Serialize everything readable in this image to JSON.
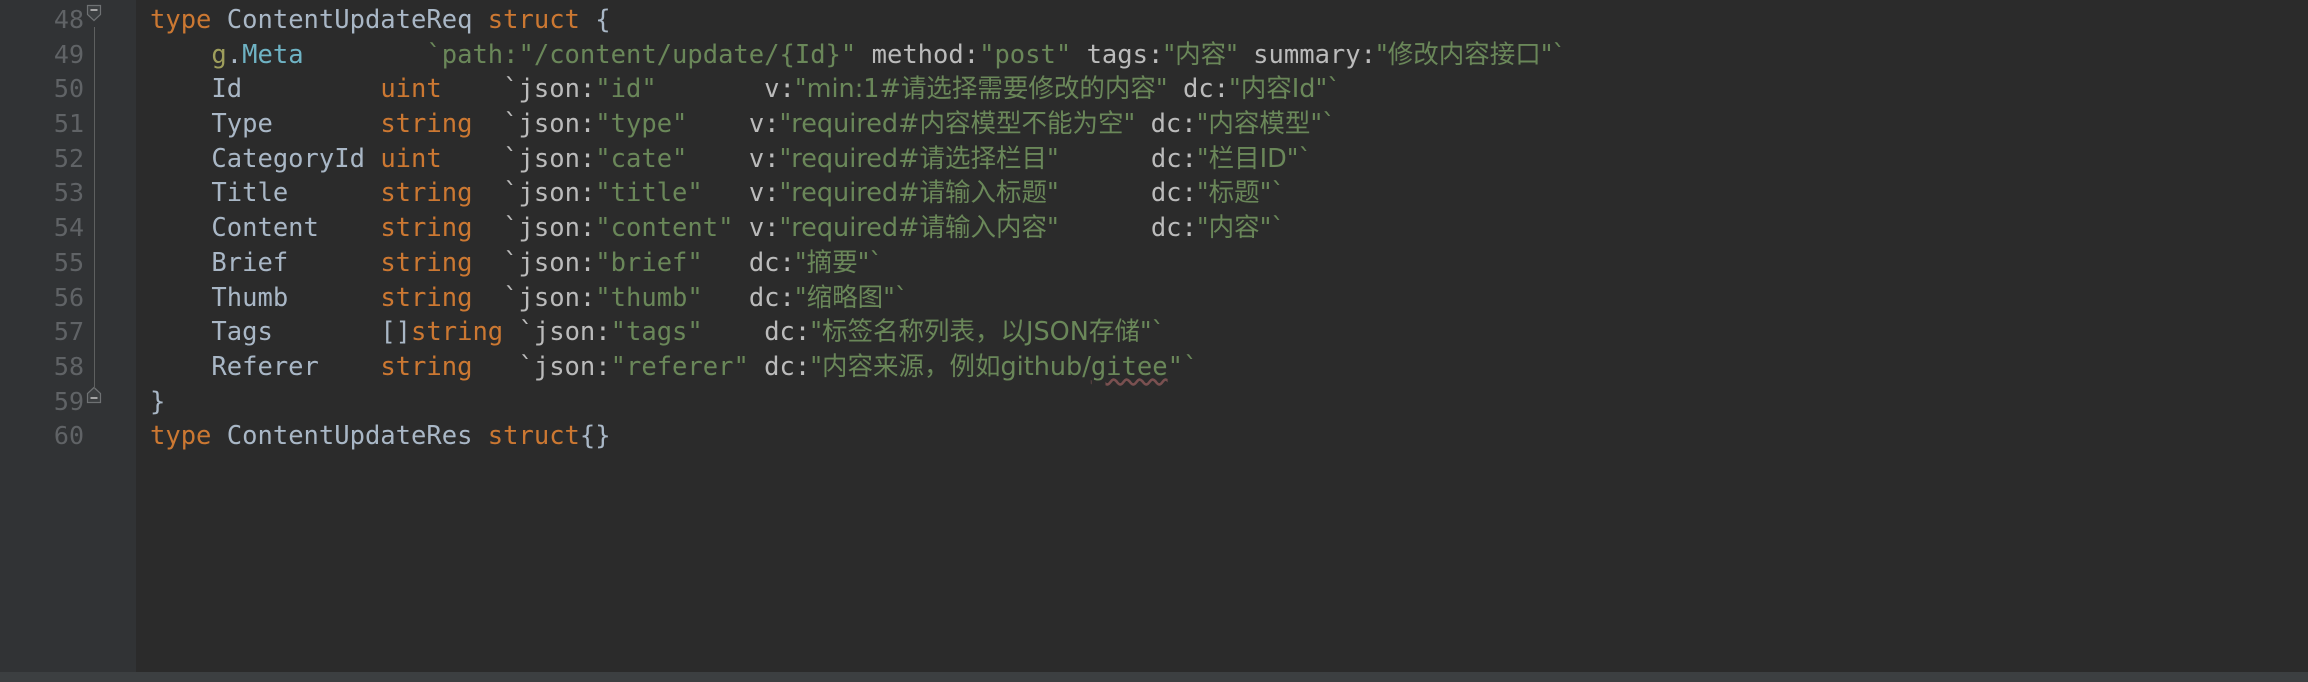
{
  "editor": {
    "theme": "darcula",
    "language": "go",
    "colors": {
      "background": "#2b2b2b",
      "gutter_background": "#313335",
      "line_number": "#606366",
      "keyword": "#cc7832",
      "identifier": "#a9b7c6",
      "string": "#6a8759",
      "tag_key": "#bbbbbb",
      "meta_package": "#9e9e5c",
      "meta_name": "#6fb3c4",
      "typo_underline": "#7a5050"
    },
    "first_line_number": 48,
    "last_line_number": 60
  },
  "lines": [
    {
      "number": "48",
      "fold": "expanded-start",
      "tokens": [
        {
          "t": "kw",
          "v": "type"
        },
        {
          "t": "plain",
          "v": " "
        },
        {
          "t": "id",
          "v": "ContentUpdateReq"
        },
        {
          "t": "plain",
          "v": " "
        },
        {
          "t": "kw",
          "v": "struct"
        },
        {
          "t": "punct",
          "v": " {"
        }
      ]
    },
    {
      "number": "49",
      "fold": "none",
      "tokens": [
        {
          "t": "plain",
          "v": "    "
        },
        {
          "t": "meta-pkg",
          "v": "g"
        },
        {
          "t": "punct",
          "v": "."
        },
        {
          "t": "meta-nm",
          "v": "Meta"
        },
        {
          "t": "plain",
          "v": "        "
        },
        {
          "t": "str",
          "v": "`path:\"/content/update/{Id}\""
        },
        {
          "t": "plain",
          "v": " "
        },
        {
          "t": "tagkey",
          "v": "method:"
        },
        {
          "t": "str",
          "v": "\"post\""
        },
        {
          "t": "plain",
          "v": " "
        },
        {
          "t": "tagkey",
          "v": "tags:"
        },
        {
          "t": "str",
          "v": "\"内容\""
        },
        {
          "t": "plain",
          "v": " "
        },
        {
          "t": "tagkey",
          "v": "summary:"
        },
        {
          "t": "str",
          "v": "\"修改内容接口\"`"
        }
      ]
    },
    {
      "number": "50",
      "fold": "none",
      "tokens": [
        {
          "t": "plain",
          "v": "    "
        },
        {
          "t": "id",
          "v": "Id"
        },
        {
          "t": "plain",
          "v": "         "
        },
        {
          "t": "kw",
          "v": "uint"
        },
        {
          "t": "plain",
          "v": "    "
        },
        {
          "t": "tagkey",
          "v": "`json:"
        },
        {
          "t": "str",
          "v": "\"id\""
        },
        {
          "t": "plain",
          "v": "       "
        },
        {
          "t": "tagkey",
          "v": "v:"
        },
        {
          "t": "str",
          "v": "\"min:1#请选择需要修改的内容\""
        },
        {
          "t": "plain",
          "v": " "
        },
        {
          "t": "tagkey",
          "v": "dc:"
        },
        {
          "t": "str",
          "v": "\"内容Id\"`"
        }
      ]
    },
    {
      "number": "51",
      "fold": "none",
      "tokens": [
        {
          "t": "plain",
          "v": "    "
        },
        {
          "t": "id",
          "v": "Type"
        },
        {
          "t": "plain",
          "v": "       "
        },
        {
          "t": "kw",
          "v": "string"
        },
        {
          "t": "plain",
          "v": "  "
        },
        {
          "t": "tagkey",
          "v": "`json:"
        },
        {
          "t": "str",
          "v": "\"type\""
        },
        {
          "t": "plain",
          "v": "    "
        },
        {
          "t": "tagkey",
          "v": "v:"
        },
        {
          "t": "str",
          "v": "\"required#内容模型不能为空\""
        },
        {
          "t": "plain",
          "v": " "
        },
        {
          "t": "tagkey",
          "v": "dc:"
        },
        {
          "t": "str",
          "v": "\"内容模型\"`"
        }
      ]
    },
    {
      "number": "52",
      "fold": "none",
      "tokens": [
        {
          "t": "plain",
          "v": "    "
        },
        {
          "t": "id",
          "v": "CategoryId"
        },
        {
          "t": "plain",
          "v": " "
        },
        {
          "t": "kw",
          "v": "uint"
        },
        {
          "t": "plain",
          "v": "    "
        },
        {
          "t": "tagkey",
          "v": "`json:"
        },
        {
          "t": "str",
          "v": "\"cate\""
        },
        {
          "t": "plain",
          "v": "    "
        },
        {
          "t": "tagkey",
          "v": "v:"
        },
        {
          "t": "str",
          "v": "\"required#请选择栏目\""
        },
        {
          "t": "plain",
          "v": "      "
        },
        {
          "t": "tagkey",
          "v": "dc:"
        },
        {
          "t": "str",
          "v": "\"栏目ID\"`"
        }
      ]
    },
    {
      "number": "53",
      "fold": "none",
      "tokens": [
        {
          "t": "plain",
          "v": "    "
        },
        {
          "t": "id",
          "v": "Title"
        },
        {
          "t": "plain",
          "v": "      "
        },
        {
          "t": "kw",
          "v": "string"
        },
        {
          "t": "plain",
          "v": "  "
        },
        {
          "t": "tagkey",
          "v": "`json:"
        },
        {
          "t": "str",
          "v": "\"title\""
        },
        {
          "t": "plain",
          "v": "   "
        },
        {
          "t": "tagkey",
          "v": "v:"
        },
        {
          "t": "str",
          "v": "\"required#请输入标题\""
        },
        {
          "t": "plain",
          "v": "      "
        },
        {
          "t": "tagkey",
          "v": "dc:"
        },
        {
          "t": "str",
          "v": "\"标题\"`"
        }
      ]
    },
    {
      "number": "54",
      "fold": "none",
      "tokens": [
        {
          "t": "plain",
          "v": "    "
        },
        {
          "t": "id",
          "v": "Content"
        },
        {
          "t": "plain",
          "v": "    "
        },
        {
          "t": "kw",
          "v": "string"
        },
        {
          "t": "plain",
          "v": "  "
        },
        {
          "t": "tagkey",
          "v": "`json:"
        },
        {
          "t": "str",
          "v": "\"content\""
        },
        {
          "t": "plain",
          "v": " "
        },
        {
          "t": "tagkey",
          "v": "v:"
        },
        {
          "t": "str",
          "v": "\"required#请输入内容\""
        },
        {
          "t": "plain",
          "v": "      "
        },
        {
          "t": "tagkey",
          "v": "dc:"
        },
        {
          "t": "str",
          "v": "\"内容\"`"
        }
      ]
    },
    {
      "number": "55",
      "fold": "none",
      "tokens": [
        {
          "t": "plain",
          "v": "    "
        },
        {
          "t": "id",
          "v": "Brief"
        },
        {
          "t": "plain",
          "v": "      "
        },
        {
          "t": "kw",
          "v": "string"
        },
        {
          "t": "plain",
          "v": "  "
        },
        {
          "t": "tagkey",
          "v": "`json:"
        },
        {
          "t": "str",
          "v": "\"brief\""
        },
        {
          "t": "plain",
          "v": "   "
        },
        {
          "t": "tagkey",
          "v": "dc:"
        },
        {
          "t": "str",
          "v": "\"摘要\"`"
        }
      ]
    },
    {
      "number": "56",
      "fold": "none",
      "tokens": [
        {
          "t": "plain",
          "v": "    "
        },
        {
          "t": "id",
          "v": "Thumb"
        },
        {
          "t": "plain",
          "v": "      "
        },
        {
          "t": "kw",
          "v": "string"
        },
        {
          "t": "plain",
          "v": "  "
        },
        {
          "t": "tagkey",
          "v": "`json:"
        },
        {
          "t": "str",
          "v": "\"thumb\""
        },
        {
          "t": "plain",
          "v": "   "
        },
        {
          "t": "tagkey",
          "v": "dc:"
        },
        {
          "t": "str",
          "v": "\"缩略图\"`"
        }
      ]
    },
    {
      "number": "57",
      "fold": "none",
      "tokens": [
        {
          "t": "plain",
          "v": "    "
        },
        {
          "t": "id",
          "v": "Tags"
        },
        {
          "t": "plain",
          "v": "       "
        },
        {
          "t": "punct",
          "v": "[]"
        },
        {
          "t": "kw",
          "v": "string"
        },
        {
          "t": "plain",
          "v": " "
        },
        {
          "t": "tagkey",
          "v": "`json:"
        },
        {
          "t": "str",
          "v": "\"tags\""
        },
        {
          "t": "plain",
          "v": "    "
        },
        {
          "t": "tagkey",
          "v": "dc:"
        },
        {
          "t": "str",
          "v": "\"标签名称列表，以JSON存储\"`"
        }
      ]
    },
    {
      "number": "58",
      "fold": "none",
      "tokens": [
        {
          "t": "plain",
          "v": "    "
        },
        {
          "t": "id",
          "v": "Referer"
        },
        {
          "t": "plain",
          "v": "    "
        },
        {
          "t": "kw",
          "v": "string"
        },
        {
          "t": "plain",
          "v": "   "
        },
        {
          "t": "tagkey",
          "v": "`json:"
        },
        {
          "t": "str",
          "v": "\"referer\""
        },
        {
          "t": "plain",
          "v": " "
        },
        {
          "t": "tagkey",
          "v": "dc:"
        },
        {
          "t": "str",
          "v": "\"内容来源，例如github/"
        },
        {
          "t": "typo",
          "v": "gitee"
        },
        {
          "t": "str",
          "v": "\"`"
        }
      ]
    },
    {
      "number": "59",
      "fold": "expanded-end",
      "tokens": [
        {
          "t": "punct",
          "v": "}"
        }
      ]
    },
    {
      "number": "60",
      "fold": "none",
      "tokens": [
        {
          "t": "kw",
          "v": "type"
        },
        {
          "t": "plain",
          "v": " "
        },
        {
          "t": "id",
          "v": "ContentUpdateRes"
        },
        {
          "t": "plain",
          "v": " "
        },
        {
          "t": "kw",
          "v": "struct"
        },
        {
          "t": "punct",
          "v": "{}"
        }
      ]
    }
  ]
}
